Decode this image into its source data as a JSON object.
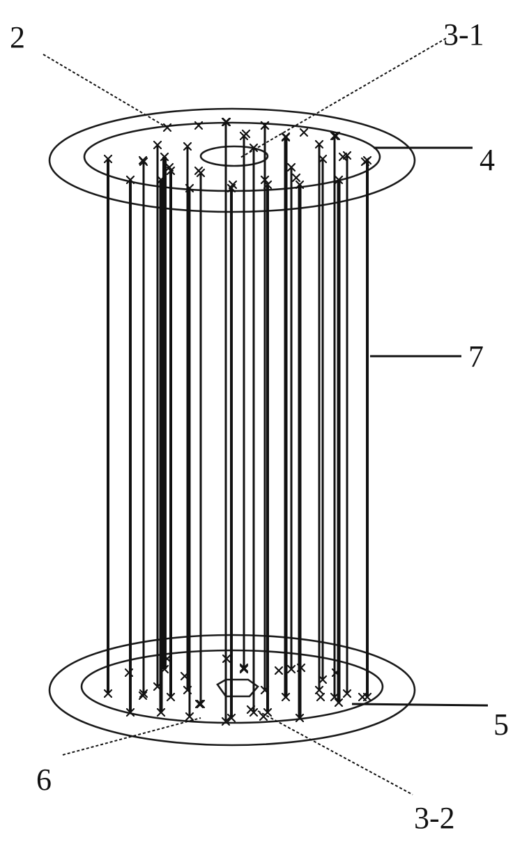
{
  "labels": {
    "rod_top": "2",
    "top_hole": "3-1",
    "top_plate": "4",
    "side_rod": "7",
    "bottom_plate": "5",
    "rod_bottom": "6",
    "bottom_hole": "3-2"
  }
}
